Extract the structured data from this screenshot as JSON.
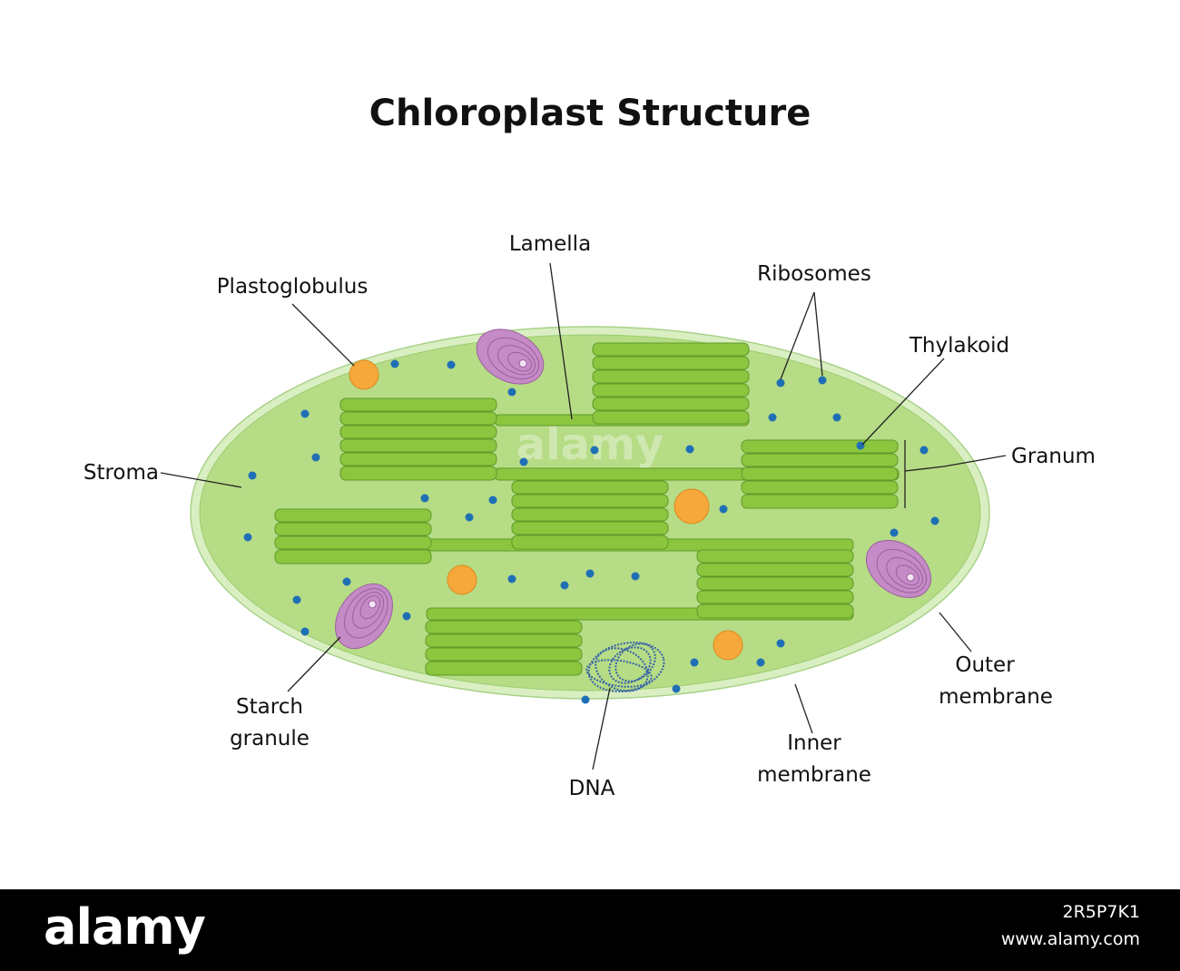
{
  "title": "Chloroplast Structure",
  "labels": {
    "lamella": "Lamella",
    "plastoglobulus": "Plastoglobulus",
    "ribosomes": "Ribosomes",
    "thylakoid": "Thylakoid",
    "granum": "Granum",
    "stroma": "Stroma",
    "outer_membrane_1": "Outer",
    "outer_membrane_2": "membrane",
    "inner_membrane_1": "Inner",
    "inner_membrane_2": "membrane",
    "starch_granule_1": "Starch",
    "starch_granule_2": "granule",
    "dna": "DNA"
  },
  "watermark": "alamy",
  "stock_bar": {
    "logo": "alamy",
    "image_id": "2R5P7K1",
    "url": "www.alamy.com"
  },
  "colors": {
    "outer_membrane": "#d9efc2",
    "stroma": "#b6dc86",
    "thylakoid": "#8cc63f",
    "thylakoid_edge": "#5f9a2a",
    "plastoglobulus": "#f7a83a",
    "starch": "#c58bc6",
    "ribosome": "#1f6fb5",
    "dna": "#3a63a8",
    "stock_bar": "#000000"
  }
}
